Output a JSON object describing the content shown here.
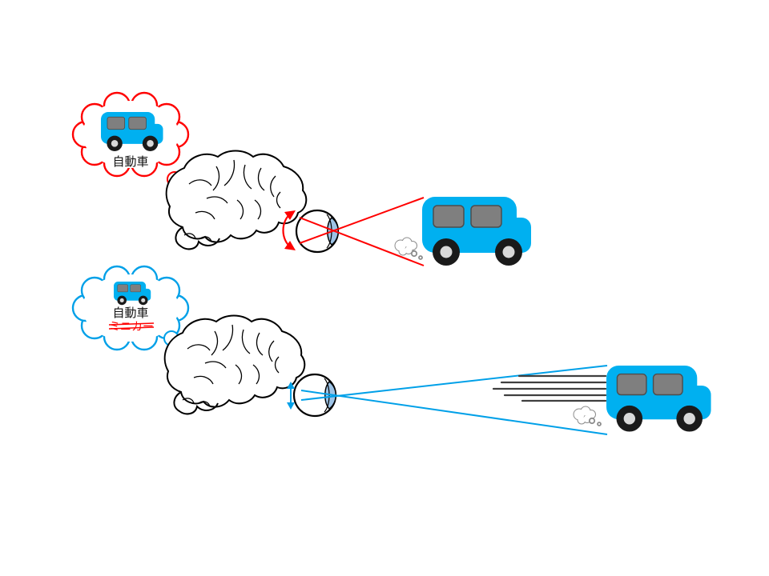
{
  "top_scene": {
    "thought_label": "自動車"
  },
  "bottom_scene": {
    "thought_label": "自動車",
    "rejected_label": "ミニカー"
  },
  "colors": {
    "accent_red": "#FF0000",
    "accent_blue": "#00A0E8",
    "car_fill": "#00B0F0",
    "window_fill": "#7F7F7F",
    "wheel_fill": "#1A1A1A",
    "hub_fill": "#D9D9D9",
    "motion_line": "#3F3F3F",
    "smoke_outline": "#8C8C8C"
  }
}
